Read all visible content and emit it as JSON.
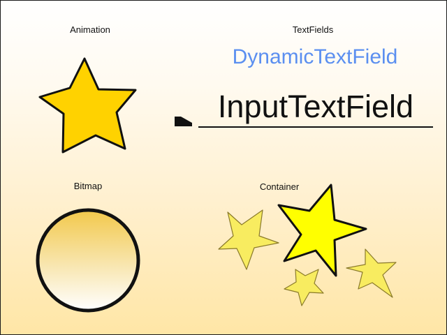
{
  "sections": {
    "animation": {
      "label": "Animation"
    },
    "textfields": {
      "label": "TextFields",
      "dynamic_text": "DynamicTextField",
      "input_text": "InputTextField"
    },
    "bitmap": {
      "label": "Bitmap"
    },
    "container": {
      "label": "Container"
    }
  },
  "colors": {
    "background_top": "#ffffff",
    "background_bottom": "#ffe6a6",
    "dynamic_text": "#5b8ff0",
    "animation_star": "#ffd200",
    "container_star_main": "#ffff00",
    "container_star_small": "#f8ec60"
  },
  "icons": {
    "animation": "star-icon",
    "container_main": "star-icon",
    "container_small": "star-icon",
    "bitmap": "gradient-circle",
    "text_cursor": "cursor-triangle-icon"
  }
}
